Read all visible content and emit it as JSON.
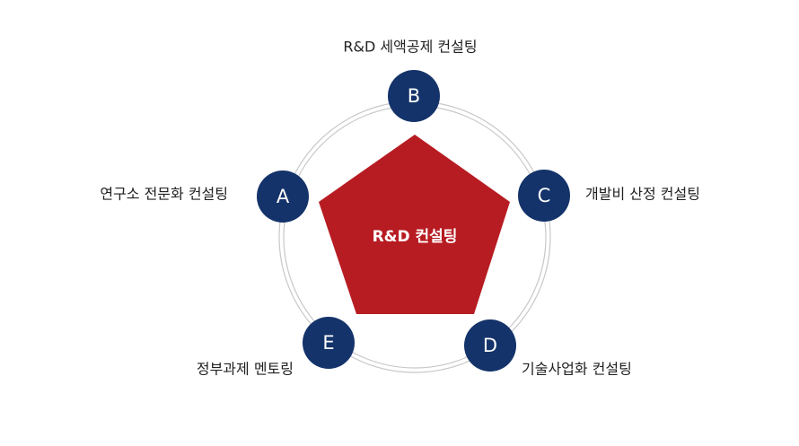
{
  "center": {
    "label": "R&D 컨설팅"
  },
  "nodes": [
    {
      "letter": "A",
      "caption": "연구소 전문화 컨설팅"
    },
    {
      "letter": "B",
      "caption": "R&D 세액공제 컨설팅"
    },
    {
      "letter": "C",
      "caption": "개발비 산정 컨설팅"
    },
    {
      "letter": "D",
      "caption": "기술사업화 컨설팅"
    },
    {
      "letter": "E",
      "caption": "정부과제 멘토링"
    }
  ],
  "colors": {
    "pentagon": "#b71c22",
    "node": "#14336a",
    "ring": "#c8c8c8",
    "caption": "#222222"
  }
}
